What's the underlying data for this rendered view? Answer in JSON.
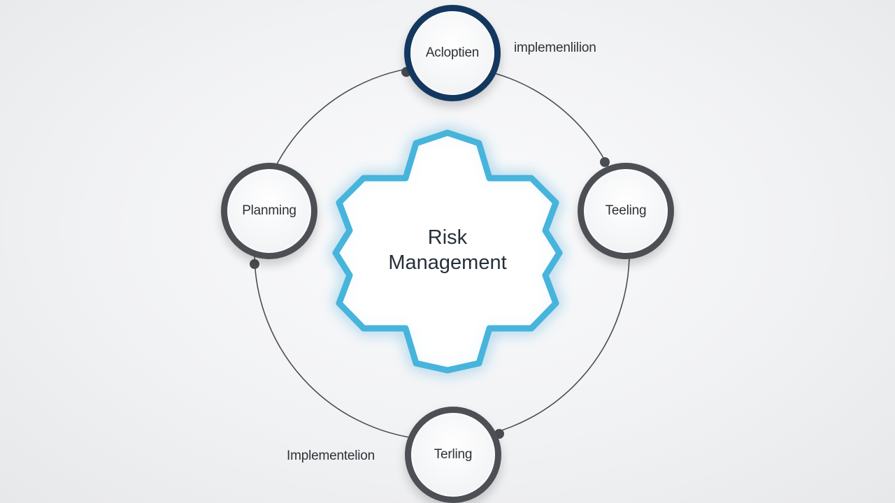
{
  "diagram": {
    "center": {
      "line1": "Risk",
      "line2": "Management"
    },
    "nodes": {
      "top": "Acloptien",
      "left": "Planming",
      "right": "Teeling",
      "bottom": "Terling"
    },
    "labels": {
      "top_right": "implemenlilion",
      "bottom_left": "Implementelion"
    },
    "colors": {
      "gear": "#46b4dc",
      "ring": "#4a4d52",
      "node_border": "#4c5055",
      "accent_node_border": "#13375f"
    },
    "icons": {
      "center": "gear-icon"
    }
  }
}
